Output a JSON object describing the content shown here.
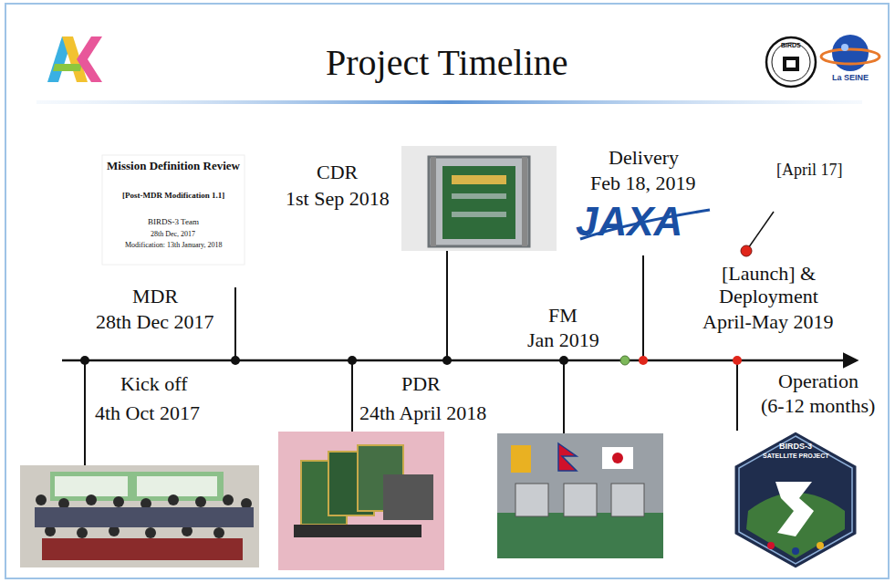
{
  "diagram": {
    "title": "Project Timeline",
    "labels": [
      "Mission Definition Review",
      "[Post-MDR Modification 1.1]",
      "BIRDS-3 Team",
      "28th Dec, 2017",
      "Modification: 13th January, 2018",
      "CDR",
      "1st Sep 2018",
      "Delivery",
      "Feb 18, 2019",
      "JAXA",
      "[April 17]",
      "MDR",
      "28th Dec 2017",
      "[Launch] & Deployment",
      "FM",
      "Jan 2019",
      "April-May 2019",
      "Kick off",
      "4th Oct 2017",
      "PDR",
      "24th April 2018",
      "Operation",
      "(6-12 months)",
      "BIRDS-3",
      "SATELLITE PROJECT",
      "BIRDS",
      "La SEINE"
    ]
  }
}
